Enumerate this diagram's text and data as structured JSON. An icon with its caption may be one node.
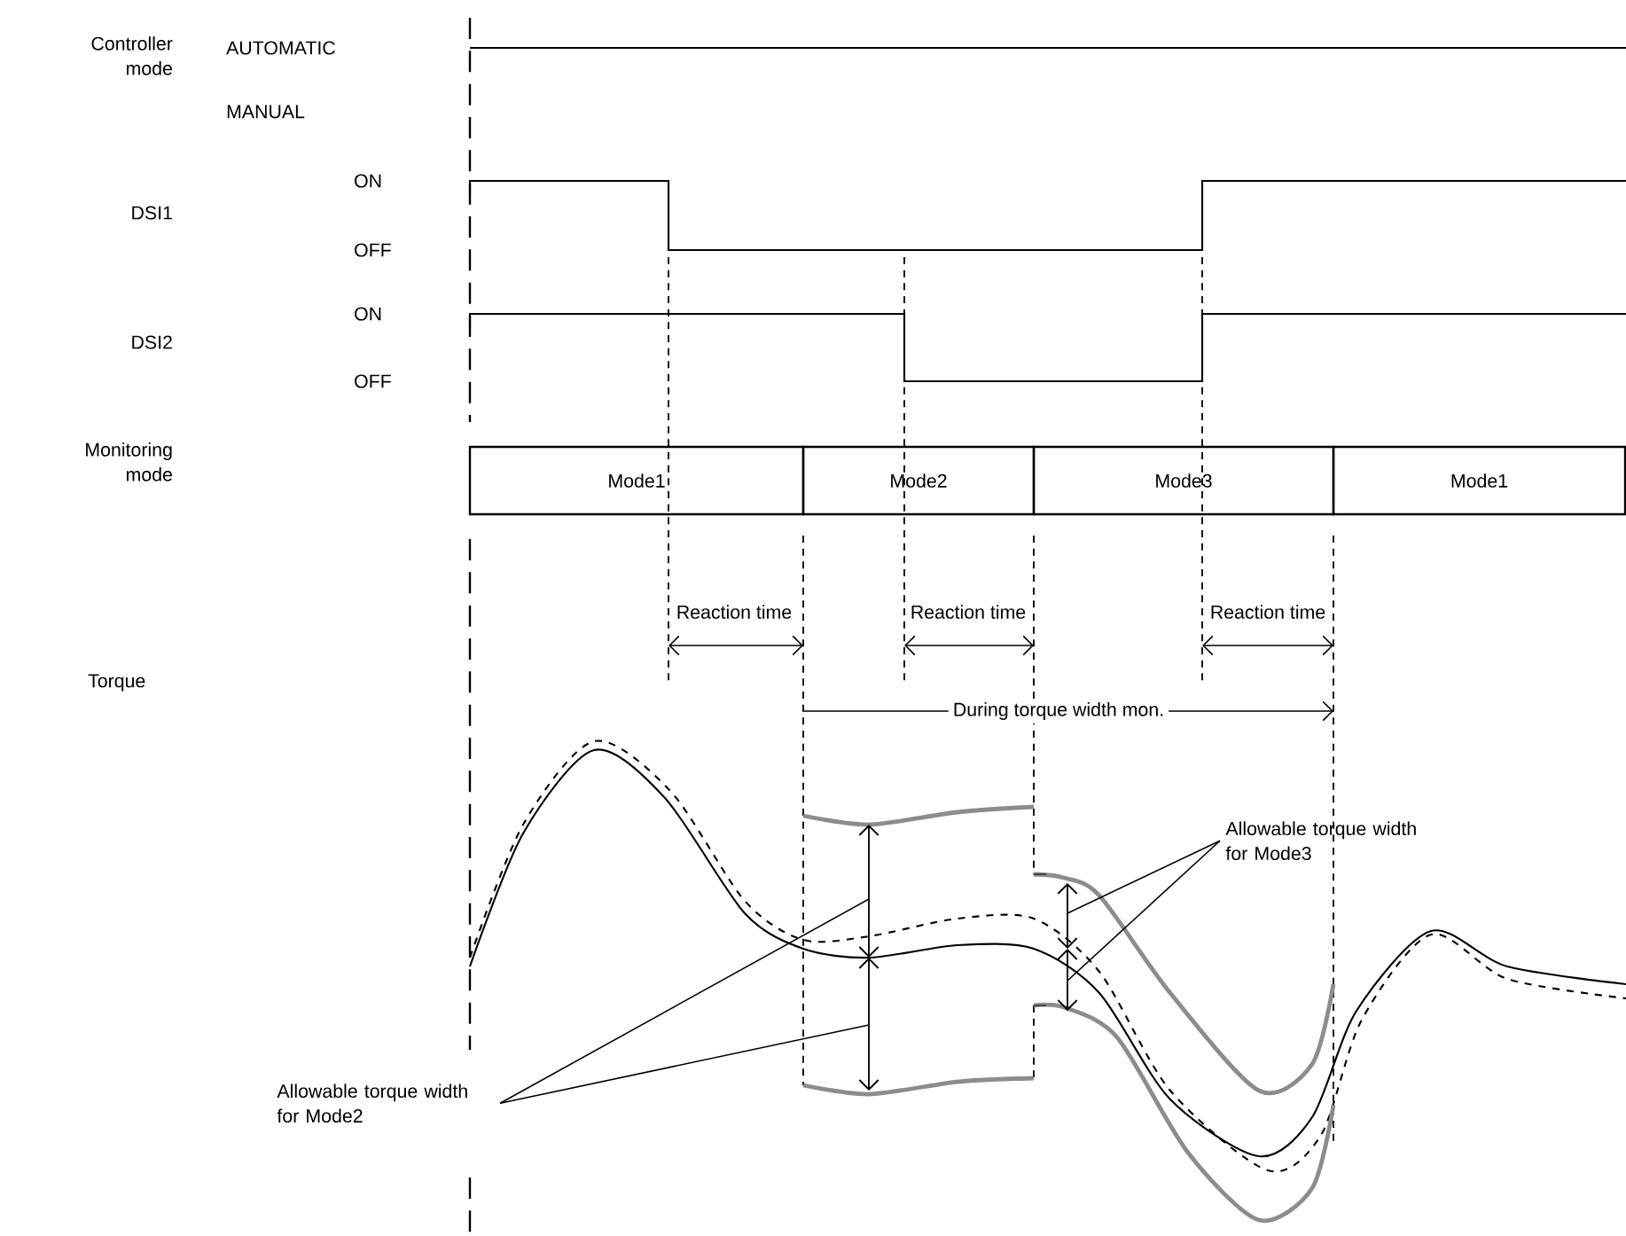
{
  "diagram": {
    "nodes": [
      {
        "text": [
          "Mode1"
        ]
      },
      {
        "text": [
          "Mode2"
        ]
      },
      {
        "text": [
          "Mode3"
        ]
      },
      {
        "text": [
          "Mode1"
        ]
      },
      {
        "text": [
          "Allowable torque width for Mode3"
        ]
      },
      {
        "text": [
          "Allowable torque width for Mode2"
        ]
      }
    ],
    "edges": [
      {
        "from": 4,
        "to": null,
        "arrow": "none"
      },
      {
        "from": 4,
        "to": null,
        "arrow": "none"
      },
      {
        "from": 5,
        "to": null,
        "arrow": "none"
      },
      {
        "from": 5,
        "to": null,
        "arrow": "none"
      }
    ],
    "labels": [
      "Controller mode",
      "AUTOMATIC",
      "MANUAL",
      "ON",
      "DSI1",
      "OFF",
      "ON",
      "DSI2",
      "OFF",
      "Monitoring mode",
      "Reaction time",
      "Reaction time",
      "Reaction time",
      "During torque width mon.",
      "Torque"
    ]
  }
}
